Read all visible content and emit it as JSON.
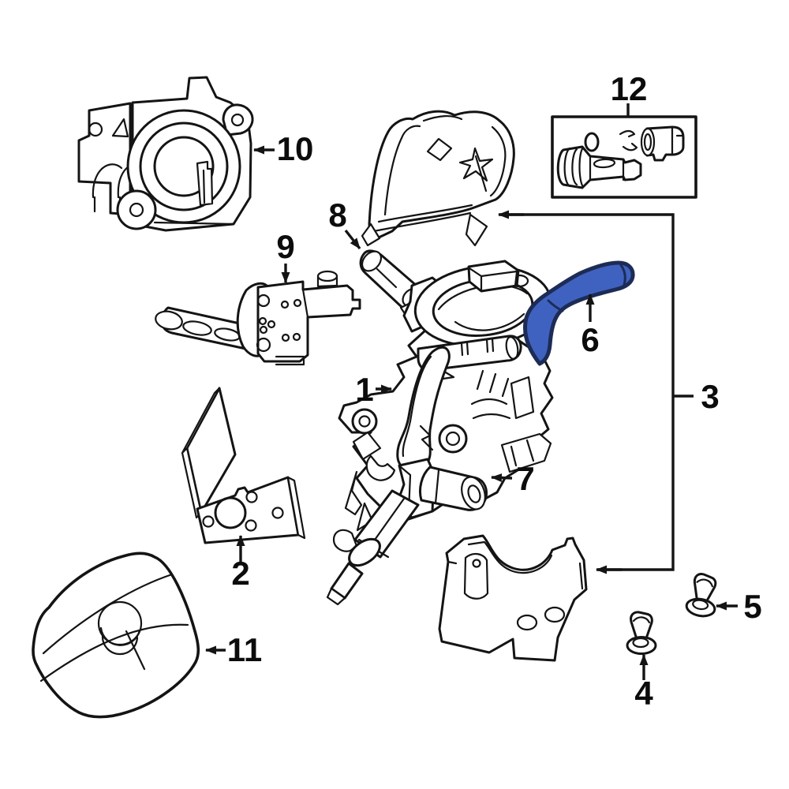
{
  "diagram": {
    "background": "#ffffff",
    "line_color": "#141414",
    "highlight": {
      "fill": "#3f62c1",
      "outline": "#1d2c55"
    },
    "callouts": [
      {
        "label": "1"
      },
      {
        "label": "2"
      },
      {
        "label": "3"
      },
      {
        "label": "4"
      },
      {
        "label": "5"
      },
      {
        "label": "6"
      },
      {
        "label": "7"
      },
      {
        "label": "8"
      },
      {
        "label": "9"
      },
      {
        "label": "10"
      },
      {
        "label": "11"
      },
      {
        "label": "12"
      }
    ]
  }
}
